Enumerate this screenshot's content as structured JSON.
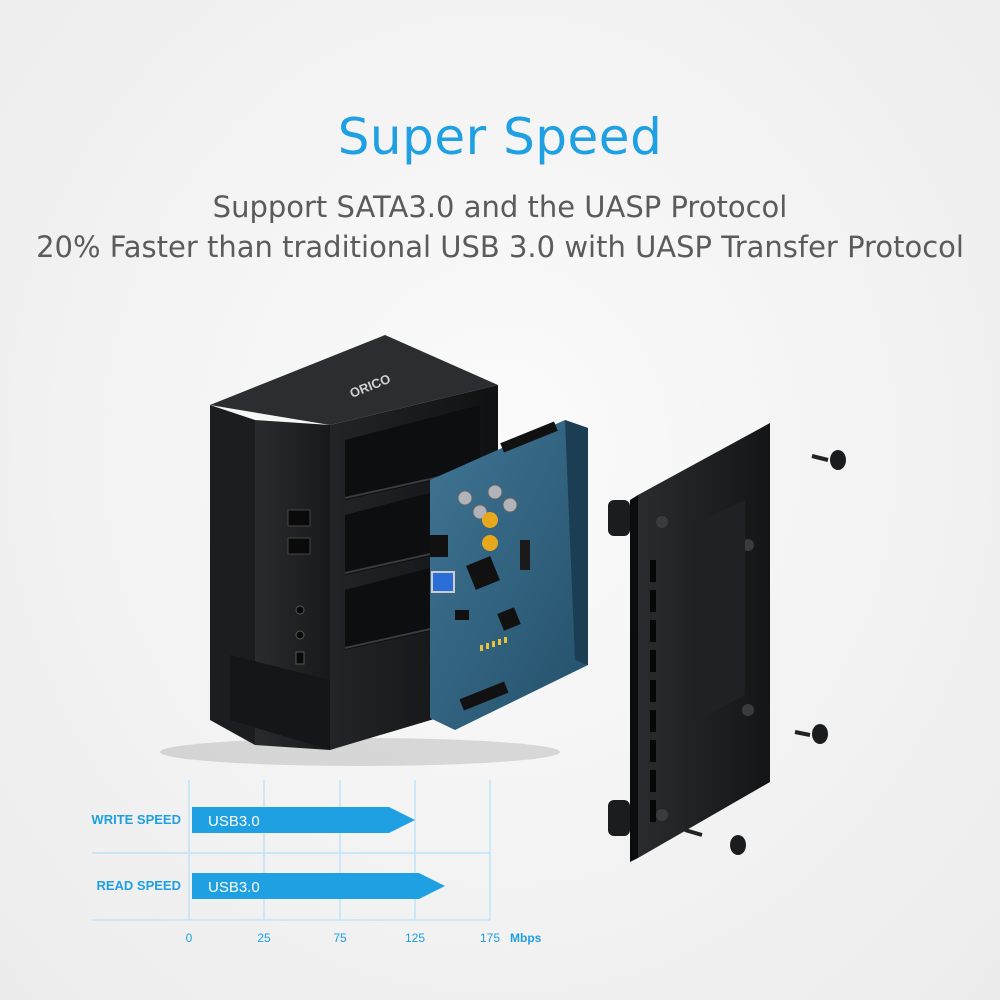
{
  "header": {
    "title": "Super Speed",
    "line1": "Support SATA3.0 and the UASP Protocol",
    "line2": "20% Faster than traditional USB 3.0 with UASP Transfer Protocol"
  },
  "product": {
    "brand": "ORICO"
  },
  "chart_data": {
    "type": "bar",
    "orientation": "horizontal",
    "categories": [
      "WRITE SPEED",
      "READ SPEED"
    ],
    "bar_labels": [
      "USB3.0",
      "USB3.0"
    ],
    "values": [
      125,
      145
    ],
    "xticks": [
      "0",
      "25",
      "75",
      "125",
      "175"
    ],
    "xunit": "Mbps",
    "title": "",
    "xlabel": "",
    "ylabel": ""
  },
  "colors": {
    "accent": "#1ea0e3",
    "text": "#5b5b5b",
    "axis": "#bfe3f6",
    "device": "#1b1c1e",
    "pcb": "#2f5e7a"
  }
}
